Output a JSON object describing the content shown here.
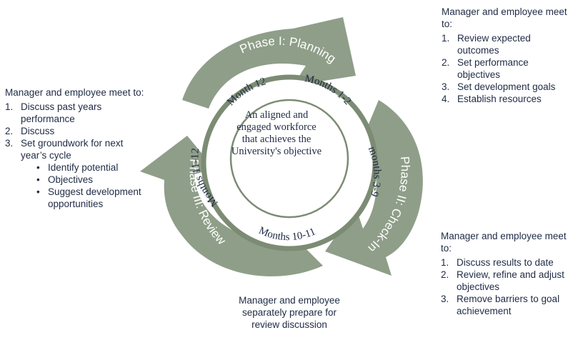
{
  "diagram": {
    "center": "An aligned and engaged workforce that achieves the University's objective",
    "phases": [
      {
        "label": "Phase I: Planning",
        "fill": "#8f9e88"
      },
      {
        "label": "Phase II: Check-In",
        "fill": "#8f9e88"
      },
      {
        "label": "Phase III: Review",
        "fill": "#8f9e88"
      }
    ],
    "months": [
      {
        "label": "Month 12"
      },
      {
        "label": "Months 1-2"
      },
      {
        "label": "months 3-9"
      },
      {
        "label": "Months 10-11"
      },
      {
        "label": "Months 11-12"
      }
    ],
    "colors": {
      "arrow": "#8f9e88",
      "ring_border": "#7c8c74",
      "text": "#1f2a44"
    }
  },
  "notes": {
    "planning": {
      "intro": "Manager and employee meet to:",
      "items": [
        {
          "num": "1.",
          "text": "Review expected outcomes"
        },
        {
          "num": "2.",
          "text": "Set performance objectives"
        },
        {
          "num": "3.",
          "text": "Set development goals"
        },
        {
          "num": "4.",
          "text": "Establish resources"
        }
      ]
    },
    "checkin": {
      "intro": "Manager and employee meet to:",
      "items": [
        {
          "num": "1.",
          "text": "Discuss results to date"
        },
        {
          "num": "2.",
          "text": "Review, refine and adjust objectives"
        },
        {
          "num": "3.",
          "text": "Remove barriers to goal achievement"
        }
      ]
    },
    "review": {
      "intro": "Manager and employee meet to:",
      "items": [
        {
          "num": "1.",
          "text": "Discuss past years performance"
        },
        {
          "num": "2.",
          "text": "Discuss"
        },
        {
          "num": "3.",
          "text": "Set groundwork for next year’s cycle"
        }
      ],
      "bullets": [
        "Identify potential",
        "Objectives",
        "Suggest development opportunities"
      ]
    },
    "prepare": "Manager and employee separately prepare for review discussion"
  }
}
